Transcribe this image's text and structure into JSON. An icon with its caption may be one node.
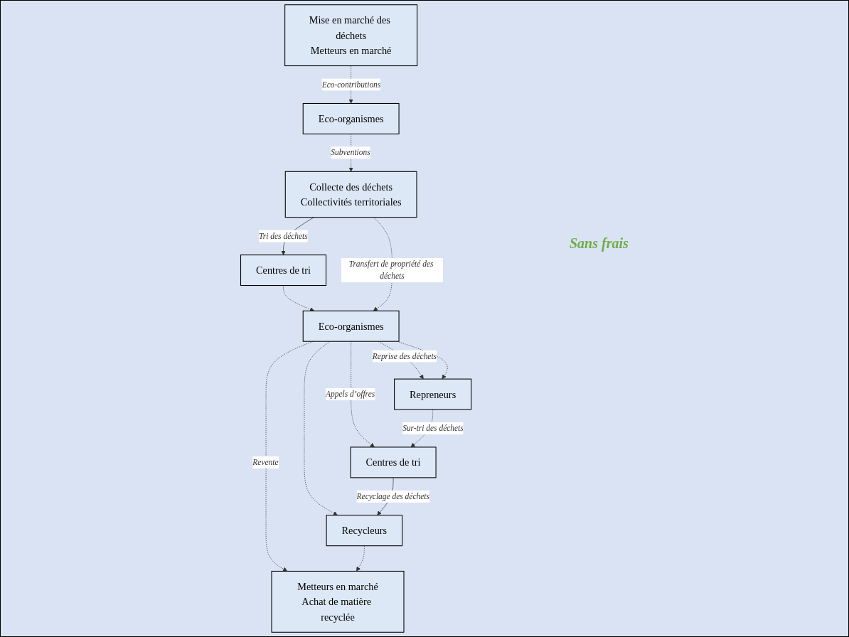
{
  "diagram": {
    "nodes": [
      {
        "text": [
          "Eco-organismes"
        ]
      },
      {
        "text": [
          "Mise en marché des déchets",
          "Metteurs en marché"
        ]
      },
      {
        "text": [
          "Collecte des déchets",
          "Collectivités territoriales"
        ]
      },
      {
        "text": [
          "Centres de tri"
        ]
      },
      {
        "text": [
          "Eco-organismes"
        ]
      },
      {
        "text": [
          "Repreneurs"
        ]
      },
      {
        "text": [
          "Centres de tri"
        ]
      },
      {
        "text": [
          "Recycleurs"
        ]
      },
      {
        "text": [
          "Metteurs en marché",
          "Achat de matière recyclée"
        ]
      }
    ],
    "edges": [
      {
        "from": 1,
        "to": 0,
        "arrow": "to",
        "label": "Eco-contributions",
        "style": "dashed"
      },
      {
        "from": 0,
        "to": 2,
        "arrow": "to",
        "label": "Subventions",
        "style": "dashed"
      },
      {
        "from": 2,
        "to": 3,
        "arrow": "to",
        "label": "Tri des déchets"
      },
      {
        "from": 3,
        "to": 4,
        "arrow": "to",
        "style": "dashed"
      },
      {
        "from": 2,
        "to": 4,
        "arrow": "to",
        "label": "Transfert de propriété des déchets",
        "style": "dashed"
      },
      {
        "from": 4,
        "to": 8,
        "arrow": "to",
        "label": "Revente",
        "style": "dashed"
      },
      {
        "from": 4,
        "to": 5,
        "arrow": "to",
        "label": "Reprise des déchets",
        "style": "dashed"
      },
      {
        "from": 4,
        "to": 5,
        "arrow": "to",
        "style": "dashed"
      },
      {
        "from": 4,
        "to": 6,
        "arrow": "to",
        "label": "Appels d’offres",
        "style": "dashed"
      },
      {
        "from": 4,
        "to": 7,
        "arrow": "to",
        "style": "dashed"
      },
      {
        "from": 5,
        "to": 6,
        "arrow": "to",
        "label": "Sur-tri des déchets",
        "style": "dashed"
      },
      {
        "from": 6,
        "to": 7,
        "arrow": "to",
        "label": "Recyclage des déchets"
      },
      {
        "from": 7,
        "to": 8,
        "arrow": "to",
        "style": "dashed"
      }
    ],
    "labels": [
      "Sans frais"
    ]
  }
}
